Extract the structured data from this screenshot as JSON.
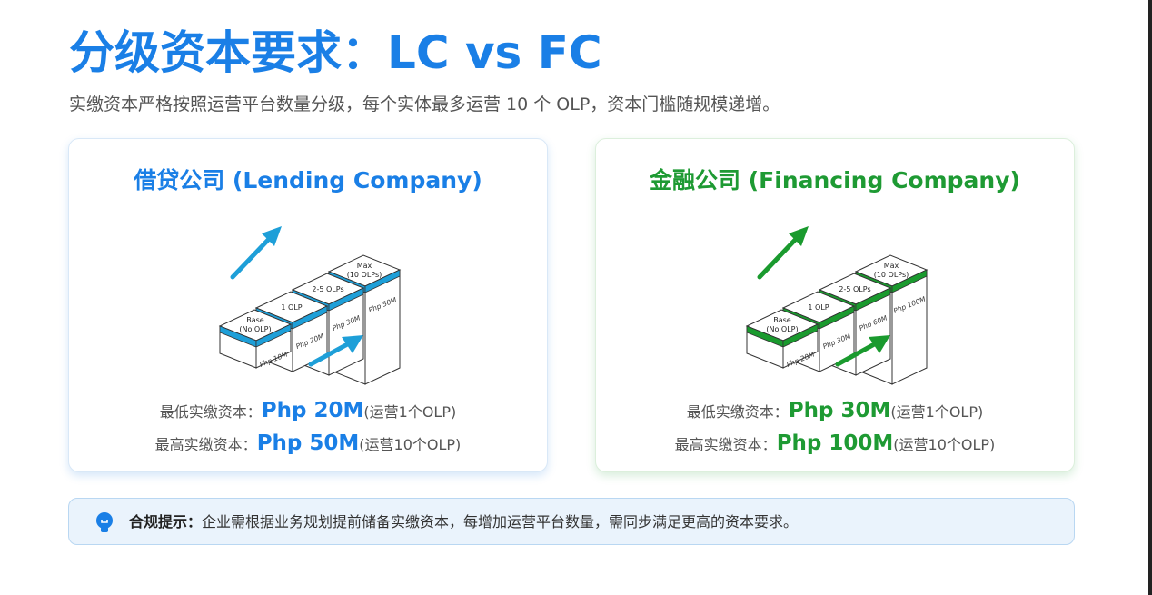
{
  "header": {
    "title": "分级资本要求：LC vs FC",
    "subtitle": "实缴资本严格按照运营平台数量分级，每个实体最多运营 10 个 OLP，资本门槛随规模递增。"
  },
  "cards": {
    "lending": {
      "title": "借贷公司 (Lending Company)",
      "accent": "#1a7fe6",
      "stripe": "#1e9fd8",
      "steps": [
        {
          "label1": "Base",
          "label2": "(No OLP)",
          "amount": "Php 10M"
        },
        {
          "label1": "1 OLP",
          "label2": "",
          "amount": "Php 20M"
        },
        {
          "label1": "2-5 OLPs",
          "label2": "",
          "amount": "Php 30M"
        },
        {
          "label1": "Max",
          "label2": "(10 OLPs)",
          "amount": "Php 50M"
        }
      ],
      "min_label": "最低实缴资本：",
      "min_amount": "Php 20M",
      "min_note": "(运营1个OLP)",
      "max_label": "最高实缴资本：",
      "max_amount": "Php 50M",
      "max_note": "(运营10个OLP)"
    },
    "financing": {
      "title": "金融公司 (Financing Company)",
      "accent": "#1e9a33",
      "stripe": "#1a9a2e",
      "steps": [
        {
          "label1": "Base",
          "label2": "(No OLP)",
          "amount": "Php 20M"
        },
        {
          "label1": "1 OLP",
          "label2": "",
          "amount": "Php 30M"
        },
        {
          "label1": "2-5 OLPs",
          "label2": "",
          "amount": "Php 60M"
        },
        {
          "label1": "Max",
          "label2": "(10 OLPs)",
          "amount": "Php 100M"
        }
      ],
      "min_label": "最低实缴资本：",
      "min_amount": "Php 30M",
      "min_note": "(运营1个OLP)",
      "max_label": "最高实缴资本：",
      "max_amount": "Php 100M",
      "max_note": "(运营10个OLP)"
    }
  },
  "notice": {
    "icon": "lightbulb-icon",
    "label": "合规提示：",
    "text": "企业需根据业务规划提前储备实缴资本，每增加运营平台数量，需同步满足更高的资本要求。"
  }
}
